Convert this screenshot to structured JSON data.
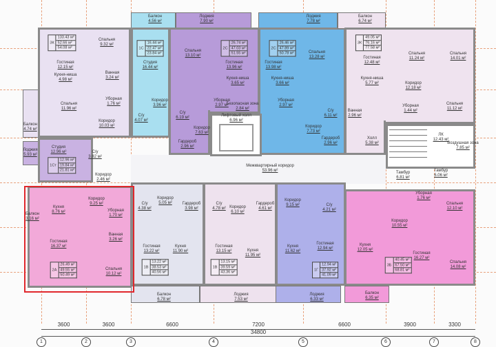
{
  "colors": {
    "selection": "#e0262b",
    "wall": "#8a8a8a",
    "grid": "#e8a07a"
  },
  "apartments": [
    {
      "type": "3К",
      "color": "#e9e1f2",
      "summary": [
        "133.43 м²",
        "52.66 м²",
        "54.08 м²"
      ],
      "rooms": [
        [
          "Гостиная",
          "12.15 м²"
        ],
        [
          "Кухня-ниша",
          "4.98 м²"
        ],
        [
          "Спальня",
          "9.32 м²"
        ],
        [
          "Ванная",
          "3.24 м²"
        ],
        [
          "Уборная",
          "1.76 м²"
        ],
        [
          "Спальня",
          "11.96 м²"
        ],
        [
          "Коридор",
          "10.03 м²"
        ],
        [
          "Балкон",
          "4.74 м²"
        ]
      ]
    },
    {
      "type": "1Ст",
      "color": "#c9b2e2",
      "summary": [
        "12.96 м²",
        "19.84 м²",
        "21.81 м²"
      ],
      "rooms": [
        [
          "Студия",
          "12.96 м²"
        ],
        [
          "С/у",
          "3.82 м²"
        ],
        [
          "Коридор",
          "2.46 м²"
        ],
        [
          "Лоджия",
          "5.93 м²"
        ]
      ]
    },
    {
      "type": "1С",
      "color": "#a9dff0",
      "summary": [
        "16.44 м²",
        "22.47 м²",
        "23.84 м²"
      ],
      "rooms": [
        [
          "Студия",
          "16.44 м²"
        ],
        [
          "Коридор",
          "3.96 м²"
        ],
        [
          "С/у",
          "4.07 м²"
        ],
        [
          "Балкон",
          "4.56 м²"
        ]
      ]
    },
    {
      "type": "2С",
      "color": "#b79bd9",
      "summary": [
        "26.74 м²",
        "47.03 м²",
        "51.55 м²"
      ],
      "rooms": [
        [
          "Спальня",
          "13.10 м²"
        ],
        [
          "С/у",
          "6.19 м²"
        ],
        [
          "Коридор",
          "7.63 м²"
        ],
        [
          "Гардероб",
          "2.96 м²"
        ],
        [
          "Лоджия",
          "7.90 м²"
        ],
        [
          "Гостиная",
          "13.96 м²"
        ],
        [
          "Кухня-ниша",
          "3.65 м²"
        ],
        [
          "Уборная",
          "2.97 м²"
        ]
      ]
    },
    {
      "type": "2С",
      "color": "#6fb7e8",
      "summary": [
        "26.46 м²",
        "47.89 м²",
        "50.78 м²"
      ],
      "rooms": [
        [
          "Гостиная",
          "13.98 м²"
        ],
        [
          "Кухня-ниша",
          "3.66 м²"
        ],
        [
          "Уборная",
          "2.97 м²"
        ],
        [
          "Спальня",
          "13.28 м²"
        ],
        [
          "С/у",
          "6.11 м²"
        ],
        [
          "Коридор",
          "7.73 м²"
        ],
        [
          "Гардероб",
          "2.96 м²"
        ],
        [
          "Лоджия",
          "7.78 м²"
        ]
      ]
    },
    {
      "type": "3К",
      "color": "#efe3ef",
      "summary": [
        "49.05 м²",
        "76.16 м²",
        "77.58 м²"
      ],
      "rooms": [
        [
          "Гостиная",
          "12.48 м²"
        ],
        [
          "Кухня-ниша",
          "5.77 м²"
        ],
        [
          "Спальня",
          "11.24 м²"
        ],
        [
          "Спальня",
          "14.01 м²"
        ],
        [
          "Коридор",
          "12.18 м²"
        ],
        [
          "Спальня",
          "11.12 м²"
        ],
        [
          "Уборная",
          "1.44 м²"
        ],
        [
          "Ванная",
          "2.96 м²"
        ],
        [
          "Холл",
          "5.38 м²"
        ],
        [
          "Балкон",
          "6.74 м²"
        ]
      ]
    },
    {
      "type": "2А",
      "color": "#f2a9d9",
      "summary": [
        "26.49 м²",
        "49.55 м²",
        "50.49 м²"
      ],
      "rooms": [
        [
          "Кухня",
          "8.76 м²"
        ],
        [
          "Коридор",
          "9.25 м²"
        ],
        [
          "Уборная",
          "1.70 м²"
        ],
        [
          "Ванная",
          "3.26 м²"
        ],
        [
          "Гостиная",
          "16.37 м²"
        ],
        [
          "Спальня",
          "10.12 м²"
        ],
        [
          "Балкон",
          "3.16 м²"
        ]
      ]
    },
    {
      "type": "1В",
      "color": "#e3e4ef",
      "summary": [
        "13.22 м²",
        "38.53 м²",
        "40.56 м²"
      ],
      "rooms": [
        [
          "Гостиная",
          "13.22 м²"
        ],
        [
          "Кухня",
          "11.90 м²"
        ],
        [
          "С/у",
          "4.38 м²"
        ],
        [
          "Коридор",
          "5.05 м²"
        ],
        [
          "Гардероб",
          "3.98 м²"
        ],
        [
          "Балкон",
          "6.78 м²"
        ]
      ]
    },
    {
      "type": "1В",
      "color": "#eee2ee",
      "summary": [
        "13.15 м²",
        "39.59 м²",
        "43.36 м²"
      ],
      "rooms": [
        [
          "С/у",
          "4.78 м²"
        ],
        [
          "Коридор",
          "6.10 м²"
        ],
        [
          "Гардероб",
          "4.61 м²"
        ],
        [
          "Гостиная",
          "13.15 м²"
        ],
        [
          "Кухня",
          "11.95 м²"
        ],
        [
          "Лоджия",
          "7.53 м²"
        ]
      ]
    },
    {
      "type": "1Г",
      "color": "#aeb0ea",
      "summary": [
        "12.94 м²",
        "37.92 м²",
        "41.09 м²"
      ],
      "rooms": [
        [
          "Коридор",
          "9.15 м²"
        ],
        [
          "С/у",
          "4.21 м²"
        ],
        [
          "Кухня",
          "11.62 м²"
        ],
        [
          "Гостиная",
          "12.94 м²"
        ],
        [
          "Лоджия",
          "6.33 м²"
        ]
      ]
    },
    {
      "type": "3Б",
      "color": "#f29ad9",
      "summary": [
        "40.45 м²",
        "67.50 м²",
        "68.81 м²"
      ],
      "rooms": [
        [
          "Кухня",
          "12.05 м²"
        ],
        [
          "Коридор",
          "10.55 м²"
        ],
        [
          "Уборная",
          "1.76 м²"
        ],
        [
          "Спальня",
          "12.10 м²"
        ],
        [
          "Гостиная",
          "16.27 м²"
        ],
        [
          "Спальня",
          "14.08 м²"
        ],
        [
          "Балкон",
          "6.35 м²"
        ]
      ]
    }
  ],
  "common": [
    [
      "Лифтовый холл",
      "6.96 м²"
    ],
    [
      "Безопасная зона",
      "2.84 м²"
    ],
    [
      "Межквартирный коридор",
      "53.96 м²"
    ],
    [
      "ЛК",
      "12.43 м²"
    ],
    [
      "Воздушная зона",
      "7.85 м²"
    ],
    [
      "Тамбур",
      "6.06 м²"
    ],
    [
      "Тамбур",
      "6.81 м²"
    ]
  ],
  "dimensions": {
    "spans": [
      "3600",
      "3600",
      "6600",
      "7200",
      "6600",
      "3900",
      "3300"
    ],
    "total": "34800"
  },
  "axes": [
    "1",
    "2",
    "3",
    "4",
    "5",
    "6",
    "7",
    "8"
  ]
}
